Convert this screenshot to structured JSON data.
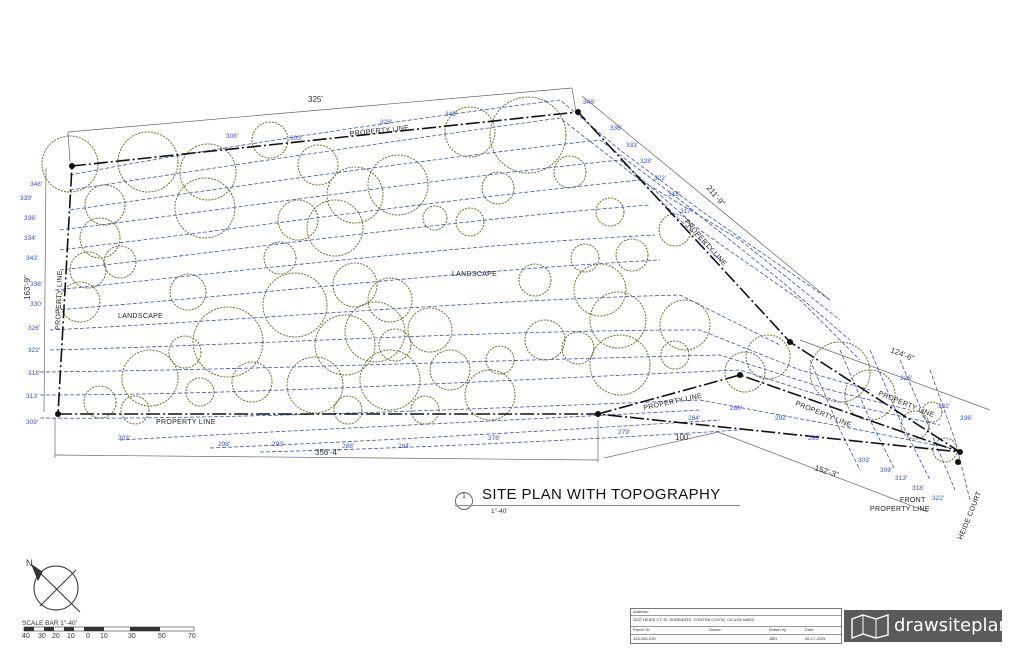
{
  "title": {
    "number": "1",
    "text": "SITE PLAN WITH TOPOGRAPHY",
    "scale": "1\"-40'"
  },
  "labels": {
    "property_line": "PROPERTY LINE",
    "front_property_line_1": "FRONT",
    "front_property_line_2": "PROPERTY LINE",
    "landscape": "LANDSCAPE",
    "street": "HEIDE COURT"
  },
  "dimensions": {
    "top": "325'",
    "left": "163'-9\"",
    "bottom": "356'-4\"",
    "diag": "211'-9\"",
    "right_upper": "124'-6\"",
    "lower_mid": "100'",
    "lower_right": "152'-3\""
  },
  "contours": [
    "308'",
    "303'",
    "328'",
    "343'",
    "346'",
    "336'",
    "333'",
    "328'",
    "322'",
    "318'",
    "317'",
    "339'",
    "336'",
    "334'",
    "348'",
    "343'",
    "338'",
    "330'",
    "326'",
    "322'",
    "318'",
    "313'",
    "309'",
    "303'",
    "298'",
    "293'",
    "288'",
    "284'",
    "278'",
    "279'",
    "284'",
    "288'",
    "292'",
    "298'",
    "303'",
    "308'",
    "313'",
    "318'",
    "322'",
    "326'",
    "332'",
    "336'"
  ],
  "scalebar": {
    "label": "SCALE BAR   1\"-40'",
    "numbers": [
      "40",
      "30",
      "20",
      "10",
      "0",
      "10",
      "30",
      "50",
      "70"
    ]
  },
  "title_block": {
    "address_label": "Address:",
    "address": "2637 HEIDE CT, EL SOBRANTE, CONTRA COSTA, CA USA 94803",
    "parcel_label": "Parcel ID:",
    "owner_label": "Owner:",
    "drawn_label": "Drawn by:",
    "date_label": "Date:",
    "parcel": "433-280-030",
    "drawn": "JMD",
    "date": "06-17-2025"
  },
  "brand": "drawsiteplan",
  "colors": {
    "contour": "#3a4fd8",
    "tree": "#6b7026",
    "line": "#111111",
    "dim": "#555555"
  }
}
